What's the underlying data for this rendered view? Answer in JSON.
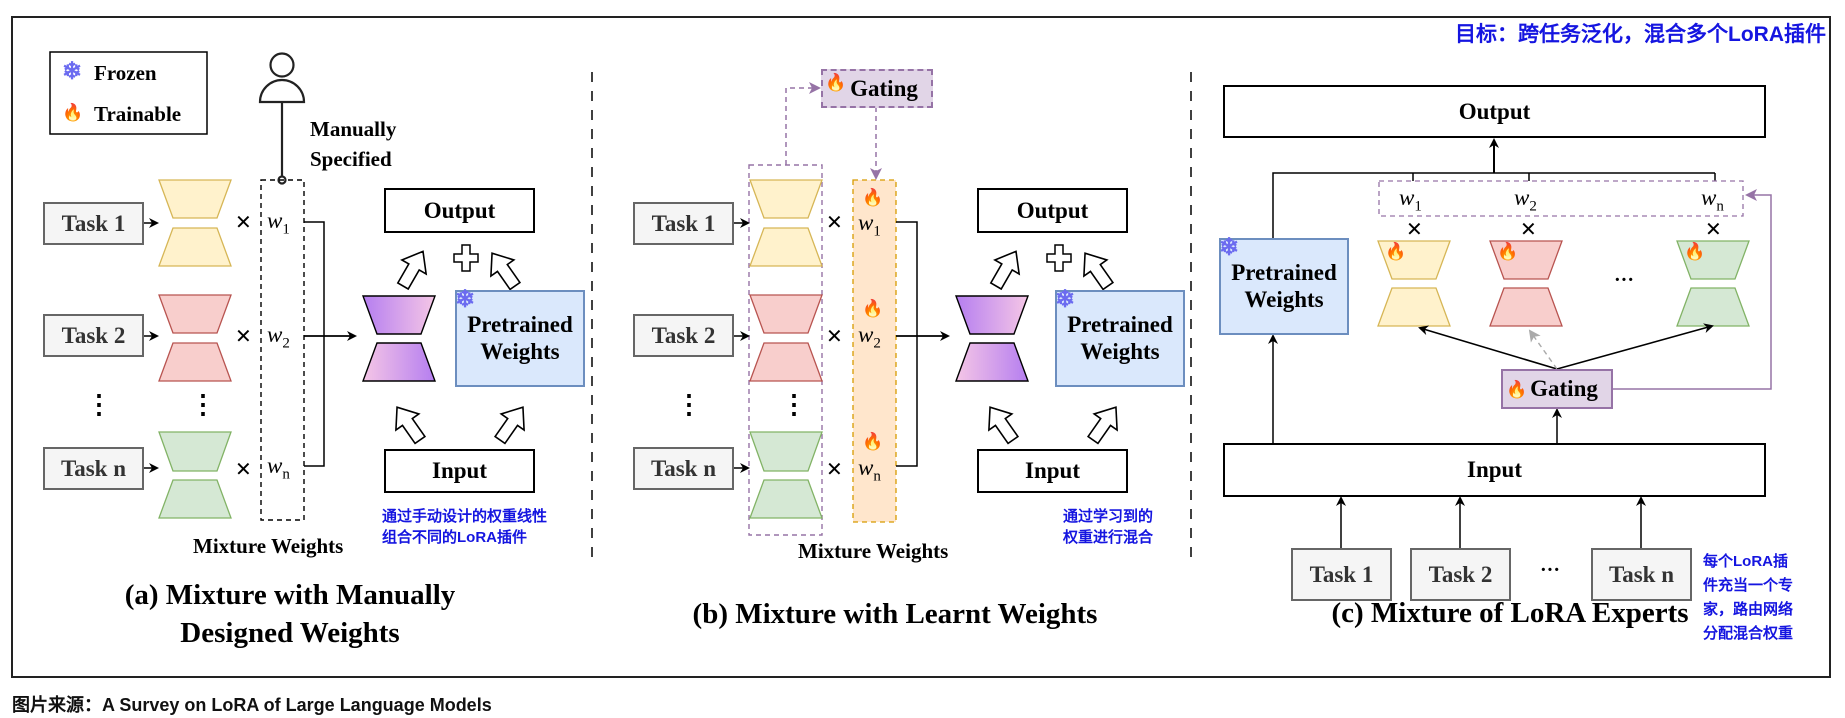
{
  "header_note": "目标：跨任务泛化，混合多个LoRA插件",
  "source_line": "图片来源：A Survey on LoRA of Large Language Models",
  "legend": {
    "frozen": {
      "icon": "snowflake-icon",
      "label": "Frozen"
    },
    "trainable": {
      "icon": "fire-icon",
      "label": "Trainable"
    }
  },
  "colors": {
    "annotation_blue": "#1515e0",
    "frozen_blue": "#6b6bf0",
    "lora_yellow": "#fff2cc",
    "lora_red": "#f8cecc",
    "lora_green": "#d5e8d4",
    "pretrained": "#dae8fc",
    "gating": "#e1d5e7",
    "learnt_weights": "#ffe6cc"
  },
  "panel_a": {
    "caption_line1": "(a) Mixture with Manually",
    "caption_line2": "Designed Weights",
    "manual_label_line1": "Manually",
    "manual_label_line2": "Specified",
    "tasks": [
      "Task 1",
      "Task 2",
      "Task n"
    ],
    "weights": [
      {
        "w": "w",
        "sub": "1"
      },
      {
        "w": "w",
        "sub": "2"
      },
      {
        "w": "w",
        "sub": "n"
      }
    ],
    "mixture_label": "Mixture Weights",
    "output": "Output",
    "input": "Input",
    "pretrained_line1": "Pretrained",
    "pretrained_line2": "Weights",
    "note_line1": "通过手动设计的权重线性",
    "note_line2": "组合不同的LoRA插件"
  },
  "panel_b": {
    "caption": "(b) Mixture with Learnt Weights",
    "gating": "Gating",
    "tasks": [
      "Task 1",
      "Task 2",
      "Task n"
    ],
    "weights": [
      {
        "w": "w",
        "sub": "1"
      },
      {
        "w": "w",
        "sub": "2"
      },
      {
        "w": "w",
        "sub": "n"
      }
    ],
    "mixture_label": "Mixture Weights",
    "output": "Output",
    "input": "Input",
    "pretrained_line1": "Pretrained",
    "pretrained_line2": "Weights",
    "note_line1": "通过学习到的",
    "note_line2": "权重进行混合"
  },
  "panel_c": {
    "caption": "(c) Mixture of LoRA Experts",
    "output": "Output",
    "input": "Input",
    "gating": "Gating",
    "pretrained_line1": "Pretrained",
    "pretrained_line2": "Weights",
    "weights": [
      {
        "w": "w",
        "sub": "1"
      },
      {
        "w": "w",
        "sub": "2"
      },
      {
        "w": "w",
        "sub": "n"
      }
    ],
    "experts_ellipsis": "···",
    "tasks": [
      "Task 1",
      "Task 2",
      "Task n"
    ],
    "tasks_ellipsis": "···",
    "note_lines": [
      "每个LoRA插",
      "件充当一个专",
      "家，路由网络",
      "分配混合权重"
    ]
  },
  "symbols": {
    "multiply": "✕",
    "plus": "✚",
    "vdots": "⋮",
    "snowflake": "❄",
    "fire": "🔥"
  }
}
